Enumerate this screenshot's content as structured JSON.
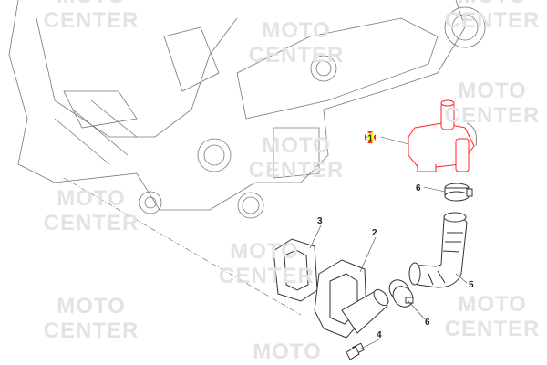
{
  "watermark": {
    "line1": "MOTO",
    "line2": "CENTER"
  },
  "callouts": [
    {
      "id": "1",
      "label": "1",
      "part": "highlighted"
    },
    {
      "id": "6a",
      "label": "6"
    },
    {
      "id": "3",
      "label": "3"
    },
    {
      "id": "2",
      "label": "2"
    },
    {
      "id": "5",
      "label": "5"
    },
    {
      "id": "6b",
      "label": "6"
    },
    {
      "id": "4",
      "label": "4"
    }
  ],
  "colors": {
    "highlight": "#ff2020",
    "marker": "#ffff00",
    "line": "#555555",
    "watermark": "#e3e3e3"
  }
}
